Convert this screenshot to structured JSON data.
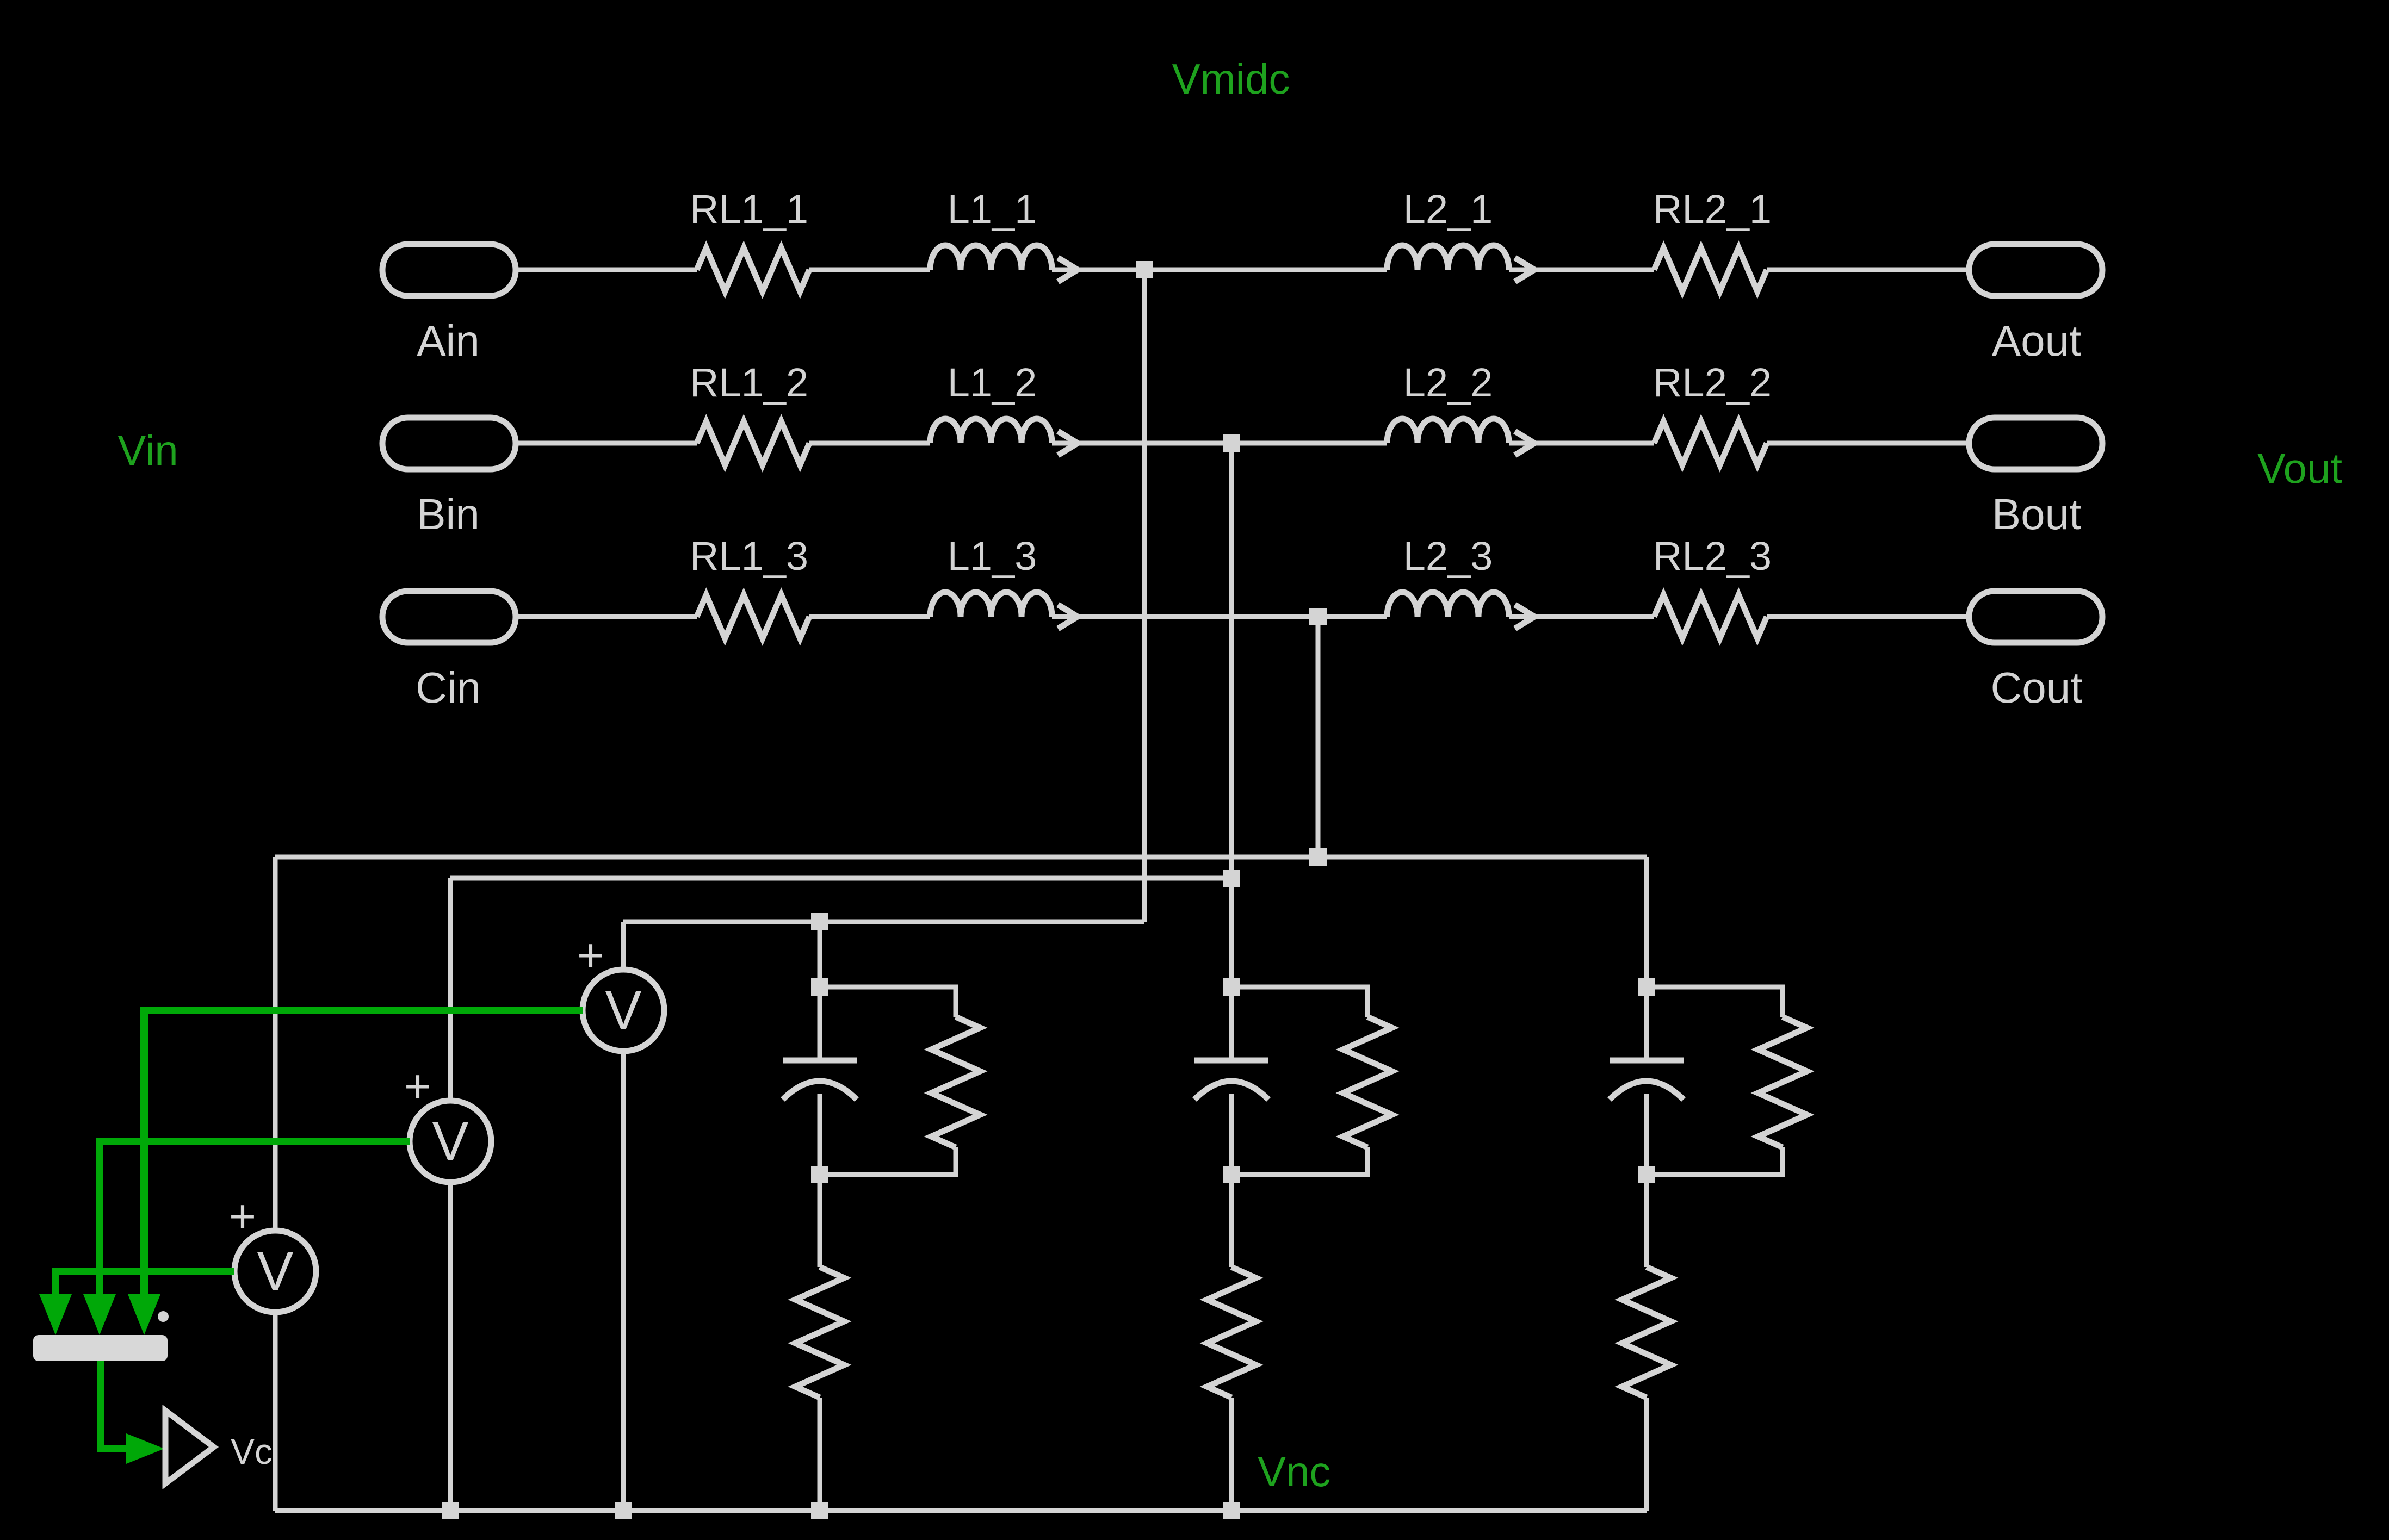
{
  "app": {
    "type": "circuit-schematic",
    "background": "#000000"
  },
  "colors": {
    "wire_gray": "#d4d4d4",
    "signal_green": "#00a808",
    "label_green": "#1ea21e",
    "mux_fill": "#d8d8d8"
  },
  "labels": {
    "vin": "Vin",
    "vout": "Vout",
    "vmidc": "Vmidc",
    "vnc": "Vnc",
    "vc": "Vc"
  },
  "voltmeter": {
    "symbol": "V",
    "polarity": "+"
  },
  "rows": [
    {
      "port_in": "Ain",
      "r1": "RL1_1",
      "l1": "L1_1",
      "l2": "L2_1",
      "r2": "RL2_1",
      "port_out": "Aout"
    },
    {
      "port_in": "Bin",
      "r1": "RL1_2",
      "l1": "L1_2",
      "l2": "L2_2",
      "r2": "RL2_2",
      "port_out": "Bout"
    },
    {
      "port_in": "Cin",
      "r1": "RL1_3",
      "l1": "L1_3",
      "l2": "L2_3",
      "r2": "RL2_3",
      "port_out": "Cout"
    }
  ]
}
